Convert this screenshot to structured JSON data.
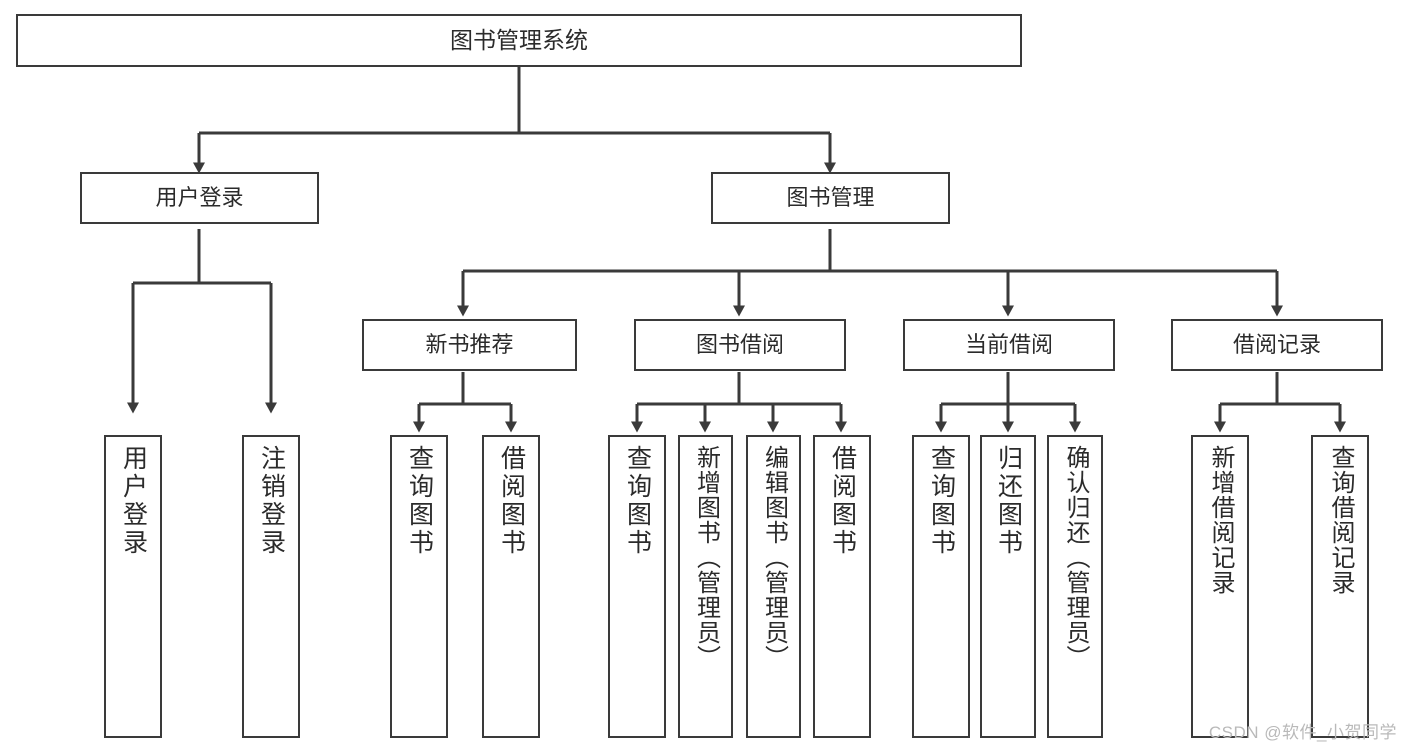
{
  "diagram": {
    "type": "tree-hierarchy",
    "title": "图书管理系统",
    "root": {
      "id": "root",
      "label": "图书管理系统"
    },
    "level2": [
      {
        "id": "user-login",
        "label": "用户登录"
      },
      {
        "id": "book-management",
        "label": "图书管理"
      }
    ],
    "level3": [
      {
        "id": "new-book-recommend",
        "label": "新书推荐"
      },
      {
        "id": "book-borrow",
        "label": "图书借阅"
      },
      {
        "id": "current-borrow",
        "label": "当前借阅"
      },
      {
        "id": "borrow-record",
        "label": "借阅记录"
      }
    ],
    "leaves": {
      "user_login": [
        {
          "id": "leaf-user-login",
          "label": "用户登录"
        },
        {
          "id": "leaf-logout-login",
          "label": "注销登录"
        }
      ],
      "new_book_recommend": [
        {
          "id": "leaf-query-book-1",
          "label": "查询图书"
        },
        {
          "id": "leaf-borrow-book-1",
          "label": "借阅图书"
        }
      ],
      "book_borrow": [
        {
          "id": "leaf-query-book-2",
          "label": "查询图书"
        },
        {
          "id": "leaf-add-book",
          "label": "新增图书（管理员）"
        },
        {
          "id": "leaf-edit-book",
          "label": "编辑图书（管理员）"
        },
        {
          "id": "leaf-borrow-book-2",
          "label": "借阅图书"
        }
      ],
      "current_borrow": [
        {
          "id": "leaf-query-book-3",
          "label": "查询图书"
        },
        {
          "id": "leaf-return-book",
          "label": "归还图书"
        },
        {
          "id": "leaf-confirm-return",
          "label": "确认归还（管理员）"
        }
      ],
      "borrow_record": [
        {
          "id": "leaf-add-borrow-record",
          "label": "新增借阅记录"
        },
        {
          "id": "leaf-query-borrow-record",
          "label": "查询借阅记录"
        }
      ]
    }
  },
  "watermark": {
    "text": "CSDN @软件_小贺同学"
  },
  "colors": {
    "box_border": "#3a3a3a",
    "box_fill": "#ffffff",
    "text": "#2b2b2b",
    "connector": "#3a3a3a",
    "watermark": "#b9b9b9",
    "background": "#ffffff"
  }
}
